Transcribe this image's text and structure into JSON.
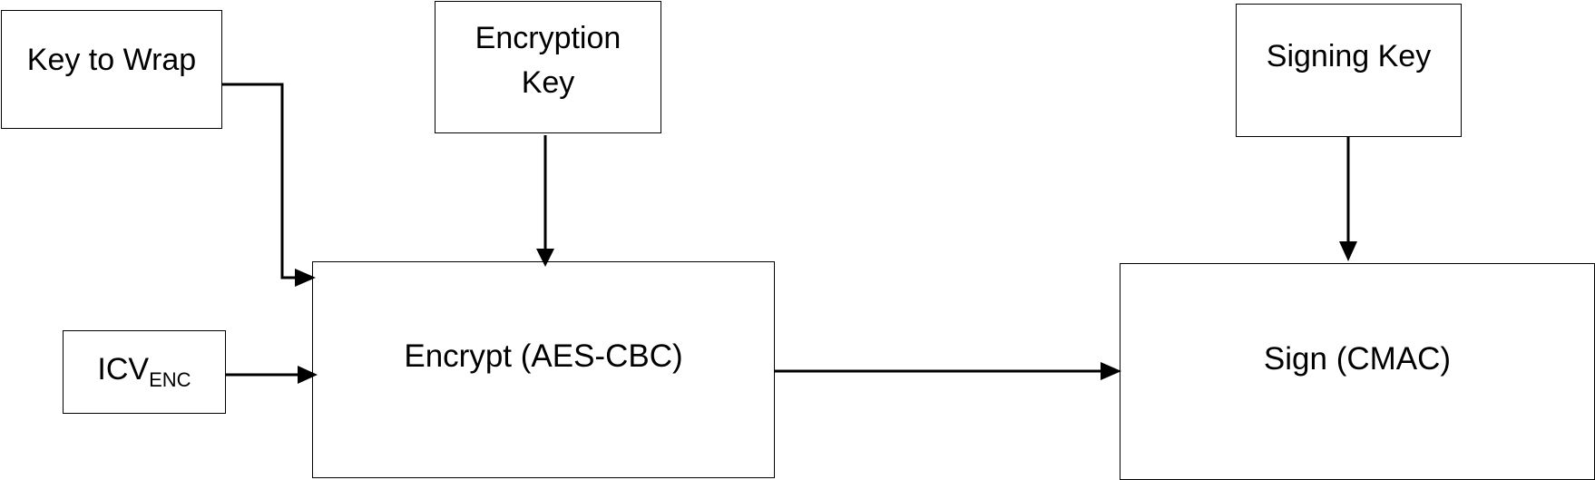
{
  "nodes": {
    "key_to_wrap": {
      "label": "Key to Wrap"
    },
    "encryption_key": {
      "label_line1": "Encryption",
      "label_line2": "Key"
    },
    "signing_key": {
      "label": "Signing Key"
    },
    "icv_enc": {
      "label_main": "ICV",
      "label_sub": "ENC"
    },
    "encrypt": {
      "label": "Encrypt (AES-CBC)"
    },
    "sign": {
      "label": "Sign (CMAC)"
    }
  },
  "edges": [
    {
      "from": "key_to_wrap",
      "to": "encrypt"
    },
    {
      "from": "encryption_key",
      "to": "encrypt"
    },
    {
      "from": "icv_enc",
      "to": "encrypt"
    },
    {
      "from": "encrypt",
      "to": "sign"
    },
    {
      "from": "signing_key",
      "to": "sign"
    }
  ]
}
